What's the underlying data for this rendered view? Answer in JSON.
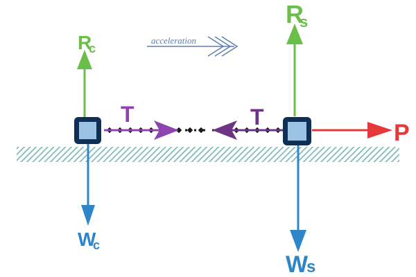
{
  "colors": {
    "normal_force": "#6abf4b",
    "weight": "#2e86c8",
    "tension_left": "#8e44ad",
    "tension_right": "#6c3483",
    "pull": "#e5383b",
    "block_border": "#0f2f57",
    "block_fill": "#9cc3e3",
    "ground": "#7fb9b9",
    "acceleration": "#5a7fb5",
    "rope": "#1a1a1a"
  },
  "labels": {
    "acceleration": "acceleration",
    "R_c_main": "R",
    "R_c_sub": "c",
    "R_s_main": "R",
    "R_s_sub": "s",
    "W_c_main": "W",
    "W_c_sub": "c",
    "W_s_main": "W",
    "W_s_sub": "s",
    "T_left": "T",
    "T_right": "T",
    "P": "P"
  }
}
